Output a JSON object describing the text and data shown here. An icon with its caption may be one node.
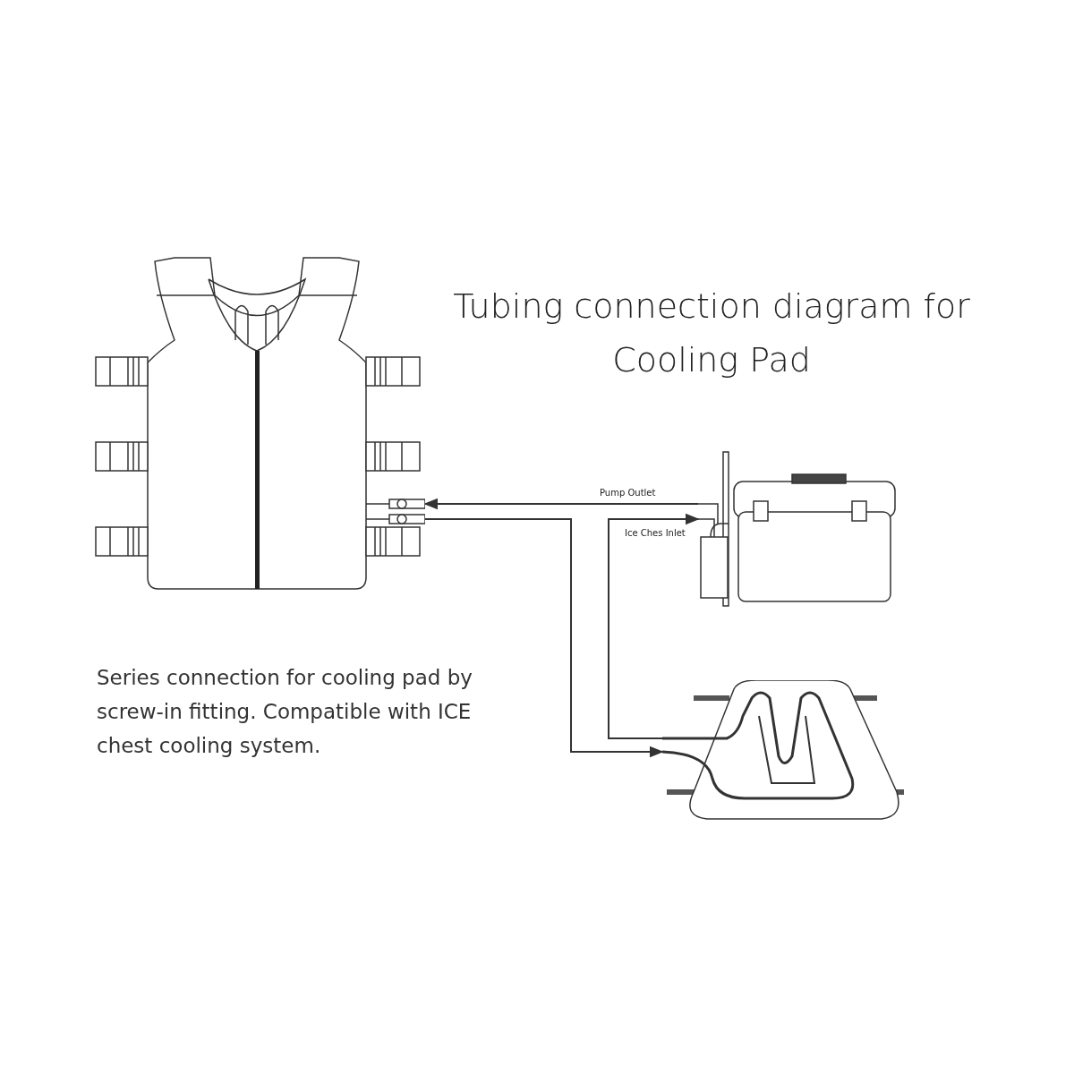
{
  "diagram": {
    "title": "Tubing connection diagram for Cooling Pad",
    "nodes": [
      {
        "text": [],
        "shape": "picture"
      },
      {
        "text": [],
        "shape": "picture"
      },
      {
        "text": [],
        "shape": "picture"
      }
    ],
    "edges": [
      {
        "from": 1,
        "to": 0,
        "arrow": "to",
        "label": "Pump Outlet"
      },
      {
        "from": 0,
        "to": 2,
        "arrow": "to"
      },
      {
        "from": 2,
        "to": 1,
        "arrow": "to",
        "label": "Ice Ches Inlet"
      }
    ],
    "labels": [
      "Series connection for cooling pad by screw-in fitting. Compatible with ICE chest cooling system."
    ]
  }
}
